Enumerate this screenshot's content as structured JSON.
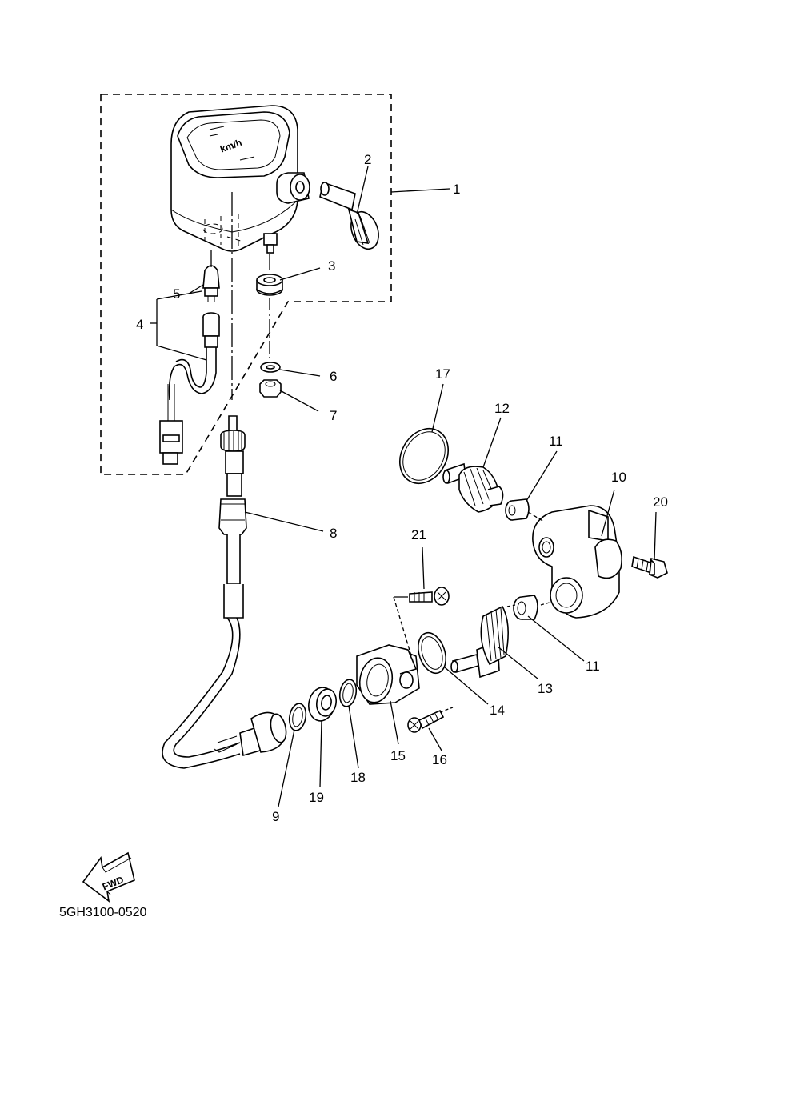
{
  "callouts": {
    "c1": "1",
    "c2": "2",
    "c3": "3",
    "c4": "4",
    "c5": "5",
    "c6": "6",
    "c7": "7",
    "c8": "8",
    "c9": "9",
    "c10": "10",
    "c11a": "11",
    "c11b": "11",
    "c12": "12",
    "c13": "13",
    "c14": "14",
    "c15": "15",
    "c16": "16",
    "c17": "17",
    "c18": "18",
    "c19": "19",
    "c20": "20",
    "c21": "21"
  },
  "fwd_label": "FWD",
  "diagram_code": "5GH3100-0520",
  "meter_face_text": "km/h"
}
